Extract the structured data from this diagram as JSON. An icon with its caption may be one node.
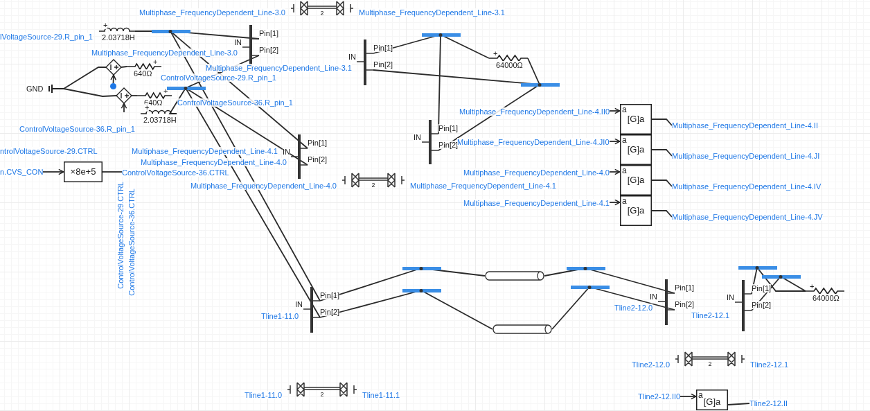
{
  "diagram": {
    "nodes": [
      {
        "text": [
          "GND"
        ]
      },
      {
        "text": [],
        "shape": "diamond"
      },
      {
        "text": [
          "+",
          "640Ω"
        ]
      },
      {
        "text": [],
        "shape": "diamond"
      },
      {
        "text": [
          "+",
          "640Ω"
        ]
      },
      {
        "text": [
          "+",
          "2.03718H"
        ]
      },
      {
        "text": [
          "+",
          "2.03718H"
        ]
      },
      {
        "text": [],
        "shape": "bar"
      },
      {
        "text": [],
        "shape": "bar"
      },
      {
        "text": [
          "IN",
          "Pin[1]",
          "Pin[2]"
        ]
      },
      {
        "text": [
          "IN",
          "Pin[1]",
          "Pin[2]"
        ]
      },
      {
        "text": [],
        "shape": "bar"
      },
      {
        "text": [
          "+",
          "64000Ω"
        ]
      },
      {
        "text": [],
        "shape": "bar"
      },
      {
        "text": [
          "IN",
          "Pin[1]",
          "Pin[2]"
        ]
      },
      {
        "text": [
          "IN",
          "Pin[1]",
          "Pin[2]"
        ]
      },
      {
        "text": [
          "×8e+5"
        ]
      },
      {
        "text": [
          "a",
          "[G]a"
        ]
      },
      {
        "text": [
          "a",
          "[G]a"
        ]
      },
      {
        "text": [
          "a",
          "[G]a"
        ]
      },
      {
        "text": [
          "a",
          "[G]a"
        ]
      },
      {
        "text": [
          "2"
        ],
        "beside": [
          "Multiphase_FrequencyDependent_Line-3.0",
          "Multiphase_FrequencyDependent_Line-3.1"
        ]
      },
      {
        "text": [
          "2"
        ],
        "beside": [
          "Multiphase_FrequencyDependent_Line-4.0",
          "Multiphase_FrequencyDependent_Line-4.1"
        ]
      },
      {
        "text": [
          "IN",
          "Pin[1]",
          "Pin[2]"
        ]
      },
      {
        "text": [],
        "shape": "bar"
      },
      {
        "text": [],
        "shape": "bar"
      },
      {
        "text": [],
        "shape": "cylinder"
      },
      {
        "text": [],
        "shape": "cylinder"
      },
      {
        "text": [],
        "shape": "bar"
      },
      {
        "text": [],
        "shape": "bar"
      },
      {
        "text": [
          "IN",
          "Pin[1]",
          "Pin[2]"
        ]
      },
      {
        "text": [
          "IN",
          "Pin[1]",
          "Pin[2]"
        ]
      },
      {
        "text": [],
        "shape": "bar"
      },
      {
        "text": [],
        "shape": "bar"
      },
      {
        "text": [
          "+",
          "64000Ω"
        ]
      },
      {
        "text": [
          "2"
        ],
        "beside": [
          "Tline2-12.0",
          "Tline2-12.1"
        ]
      },
      {
        "text": [
          "2"
        ],
        "beside": [
          "Tline1-11.0",
          "Tline1-11.1"
        ]
      },
      {
        "text": [
          "a",
          "[G]a"
        ]
      },
      {
        "text": [
          "n.CVS_CON"
        ]
      },
      {
        "text": [
          "ControlVoltageSource-36.CTRL"
        ]
      },
      {
        "text": [
          "Multiphase_FrequencyDependent_Line-4.II0"
        ]
      },
      {
        "text": [
          "Multiphase_FrequencyDependent_Line-4.JI0"
        ]
      },
      {
        "text": [
          "Multiphase_FrequencyDependent_Line-4.0"
        ]
      },
      {
        "text": [
          "Multiphase_FrequencyDependent_Line-4.1"
        ]
      },
      {
        "text": [
          "Multiphase_FrequencyDependent_Line-4.II"
        ]
      },
      {
        "text": [
          "Multiphase_FrequencyDependent_Line-4.JI"
        ]
      },
      {
        "text": [
          "Multiphase_FrequencyDependent_Line-4.IV"
        ]
      },
      {
        "text": [
          "Multiphase_FrequencyDependent_Line-4.JV"
        ]
      },
      {
        "text": [
          "Tline2-12.II0"
        ]
      },
      {
        "text": [
          "Tline2-12.II"
        ]
      },
      {
        "text": [],
        "shape": "circle"
      }
    ],
    "edges": [
      {
        "from": 0,
        "to": 1,
        "arrow": "none"
      },
      {
        "from": 0,
        "to": 3,
        "arrow": "none"
      },
      {
        "from": 1,
        "to": 2,
        "arrow": "none"
      },
      {
        "from": 3,
        "to": 4,
        "arrow": "none"
      },
      {
        "from": 5,
        "to": 7,
        "arrow": "none"
      },
      {
        "from": 7,
        "to": 9,
        "arrow": "none"
      },
      {
        "from": 6,
        "to": 8,
        "arrow": "none"
      },
      {
        "from": 8,
        "to": 9,
        "arrow": "none"
      },
      {
        "from": 7,
        "to": 14,
        "arrow": "none"
      },
      {
        "from": 7,
        "to": 23,
        "arrow": "none"
      },
      {
        "from": 8,
        "to": 14,
        "arrow": "none"
      },
      {
        "from": 8,
        "to": 23,
        "arrow": "none"
      },
      {
        "from": 10,
        "to": 11,
        "arrow": "none"
      },
      {
        "from": 10,
        "to": 13,
        "arrow": "none"
      },
      {
        "from": 11,
        "to": 12,
        "arrow": "none"
      },
      {
        "from": 12,
        "to": 13,
        "arrow": "none"
      },
      {
        "from": 11,
        "to": 15,
        "arrow": "none"
      },
      {
        "from": 15,
        "to": 13,
        "arrow": "none"
      },
      {
        "from": 23,
        "to": 24,
        "arrow": "none"
      },
      {
        "from": 23,
        "to": 25,
        "arrow": "none"
      },
      {
        "from": 24,
        "to": 26,
        "arrow": "none"
      },
      {
        "from": 26,
        "to": 28,
        "arrow": "none"
      },
      {
        "from": 25,
        "to": 27,
        "arrow": "none"
      },
      {
        "from": 27,
        "to": 29,
        "arrow": "none"
      },
      {
        "from": 28,
        "to": 30,
        "arrow": "none"
      },
      {
        "from": 29,
        "to": 30,
        "arrow": "none"
      },
      {
        "from": 31,
        "to": 32,
        "arrow": "none"
      },
      {
        "from": 31,
        "to": 33,
        "arrow": "none"
      },
      {
        "from": 32,
        "to": 34,
        "arrow": "none"
      },
      {
        "from": 33,
        "to": 34,
        "arrow": "none"
      },
      {
        "from": 50,
        "to": 1,
        "arrow": "to"
      },
      {
        "from": null,
        "to": 3,
        "arrow": "to"
      },
      {
        "from": 38,
        "to": 16,
        "arrow": "to"
      },
      {
        "from": 16,
        "to": 39,
        "arrow": "none"
      },
      {
        "from": 40,
        "to": 17,
        "arrow": "to"
      },
      {
        "from": 41,
        "to": 18,
        "arrow": "to"
      },
      {
        "from": 42,
        "to": 19,
        "arrow": "to"
      },
      {
        "from": 43,
        "to": 20,
        "arrow": "to"
      },
      {
        "from": 17,
        "to": 44,
        "arrow": "none"
      },
      {
        "from": 18,
        "to": 45,
        "arrow": "none"
      },
      {
        "from": 19,
        "to": 46,
        "arrow": "none"
      },
      {
        "from": 20,
        "to": 47,
        "arrow": "none"
      },
      {
        "from": 48,
        "to": 37,
        "arrow": "to"
      },
      {
        "from": 37,
        "to": 49,
        "arrow": "none"
      }
    ],
    "labels": [
      "lVoltageSource-29.R_pin_1",
      "Multiphase_FrequencyDependent_Line-3.0",
      "ControlVoltageSource-29.R_pin_1",
      "Multiphase_FrequencyDependent_Line-3.1",
      "ControlVoltageSource-36.R_pin_1",
      "ControlVoltageSource-36.R_pin_1",
      "ntrolVoltageSource-29.CTRL",
      "Multiphase_FrequencyDependent_Line-4.0",
      "ControlVoltageSource-29.CTRL",
      "ControlVoltageSource-36.CTRL",
      "Multiphase_FrequencyDependent_Line-4.1",
      "Tline1-11.0",
      "Tline2-12.0",
      "Tline2-12.1"
    ]
  }
}
